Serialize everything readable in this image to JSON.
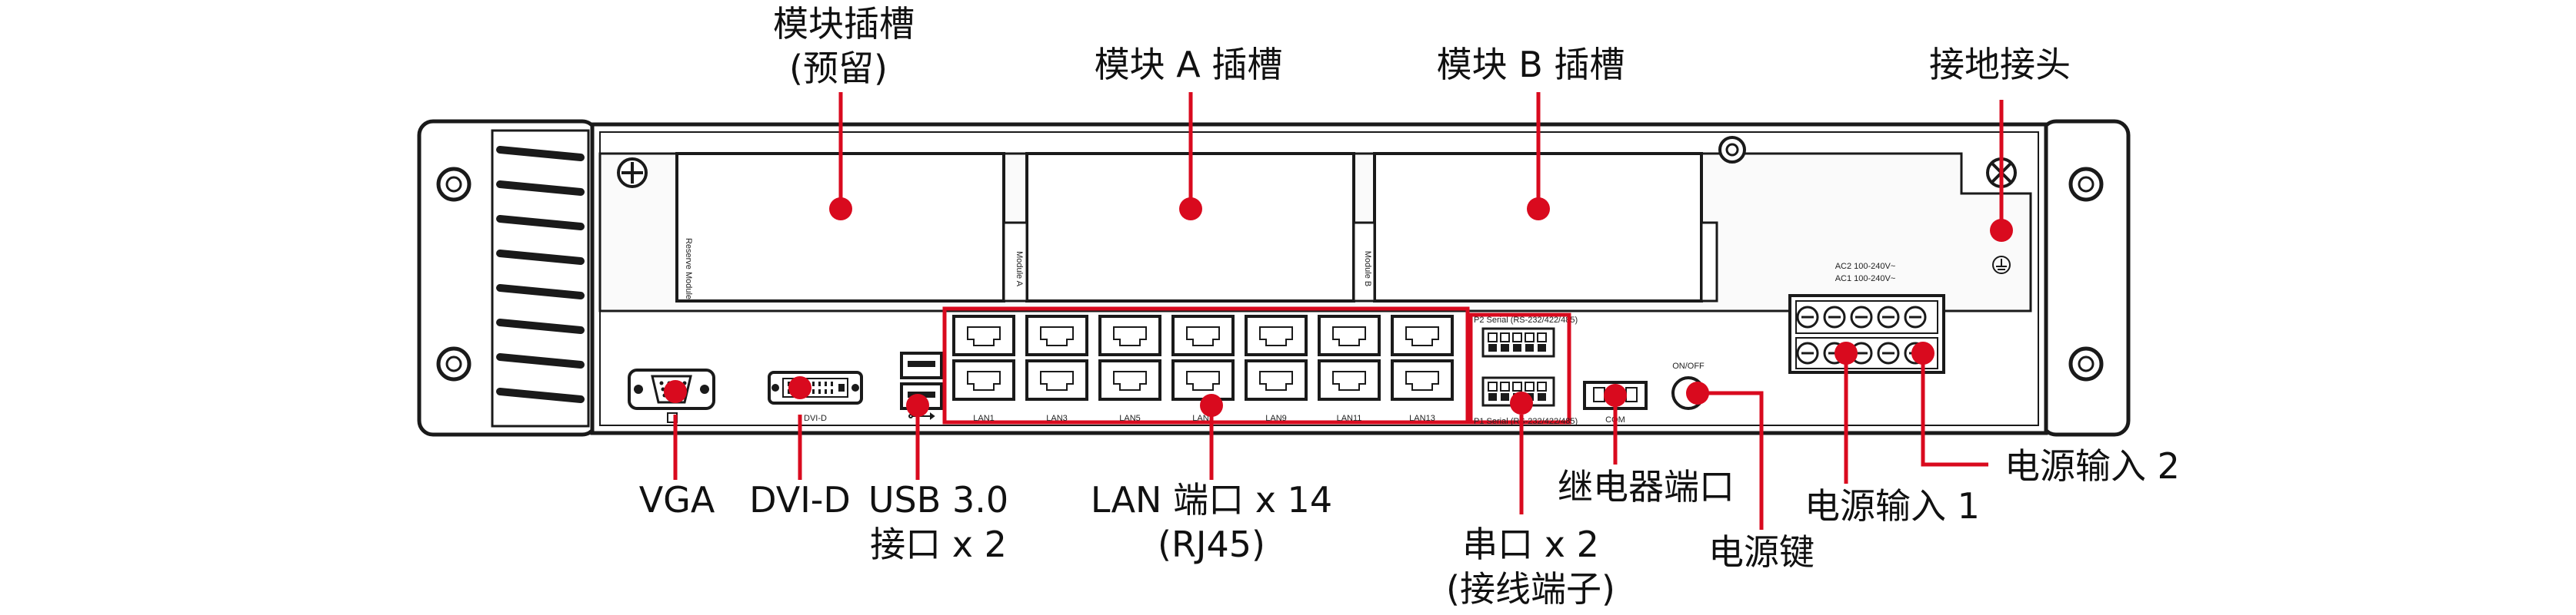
{
  "labels": {
    "module_slot_reserved_line1": "模块插槽",
    "module_slot_reserved_line2": "(预留)",
    "module_a_slot": "模块 A 插槽",
    "module_b_slot": "模块 B 插槽",
    "ground_connector": "接地接头",
    "vga": "VGA",
    "dvi_d": "DVI-D",
    "usb_line1": "USB 3.0",
    "usb_line2": "接口 x 2",
    "lan_line1": "LAN 端口 x 14",
    "lan_line2": "(RJ45)",
    "serial_line1": "串口 x 2",
    "serial_line2": "(接线端子)",
    "relay_port": "继电器端口",
    "power_button": "电源键",
    "power_input_1": "电源输入 1",
    "power_input_2": "电源输入 2"
  },
  "panel_text": {
    "reserve_module": "Reserve Module",
    "module_a": "Module A",
    "module_b": "Module B",
    "p2_serial": "P2 Serial (RS-232/422/485)",
    "p1_serial": "P1 Serial (RS-232/422/485)",
    "on_off": "ON/OFF",
    "com": "COM",
    "ac2": "AC2 100-240V~",
    "ac1": "AC1 100-240V~",
    "dvi_port": "DVI-D",
    "lan_labels": [
      "LAN1",
      "LAN3",
      "LAN5",
      "LAN7",
      "LAN9",
      "LAN11",
      "LAN13"
    ]
  },
  "colors": {
    "marker": "#d90a1e",
    "outline": "#1a1a1a",
    "panel_fill": "#f4f4f4"
  }
}
